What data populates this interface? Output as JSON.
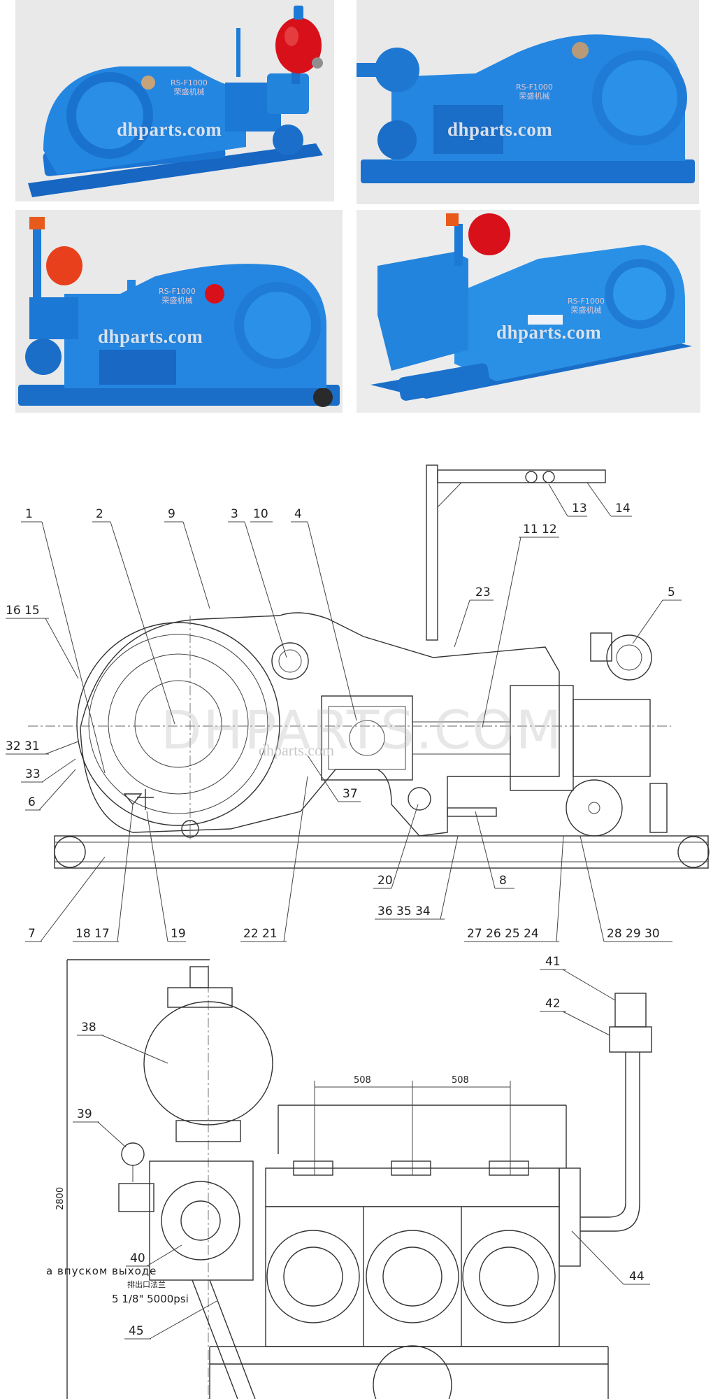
{
  "photos": [
    {
      "watermark": "dhparts.com",
      "plate": [
        "RS-F1000",
        "荣盛机械"
      ]
    },
    {
      "watermark": "dhparts.com",
      "plate": [
        "RS-F1000",
        "荣盛机械"
      ]
    },
    {
      "watermark": "dhparts.com",
      "plate": [
        "RS-F1000",
        "荣盛机械"
      ]
    },
    {
      "watermark": "dhparts.com",
      "plate": [
        "RS-F1000",
        "荣盛机械"
      ]
    }
  ],
  "drawing": {
    "watermark_large": "DHPARTS.COM",
    "watermark_small": "dhparts.com",
    "callouts_side": [
      "1",
      "2",
      "9",
      "3",
      "10",
      "4",
      "11 12",
      "23",
      "5",
      "13",
      "14",
      "16 15",
      "32 31",
      "33",
      "6",
      "37",
      "20",
      "8",
      "7",
      "18 17",
      "19",
      "22 21",
      "36 35 34",
      "27 26 25 24",
      "28 29 30"
    ],
    "callouts_front": [
      "41",
      "42",
      "38",
      "39",
      "40",
      "44",
      "45"
    ],
    "dims": [
      "508",
      "508",
      "2800"
    ],
    "outlet_label_1": "а впуском выходе",
    "outlet_label_2": "排出口法兰",
    "outlet_label_3": "5 1/8\" 5000psi"
  },
  "colors": {
    "pump_blue": "#1e7fd6",
    "pump_dark": "#1462b0",
    "dampener_red": "#d8101a",
    "relief_orange": "#e85a1c"
  }
}
